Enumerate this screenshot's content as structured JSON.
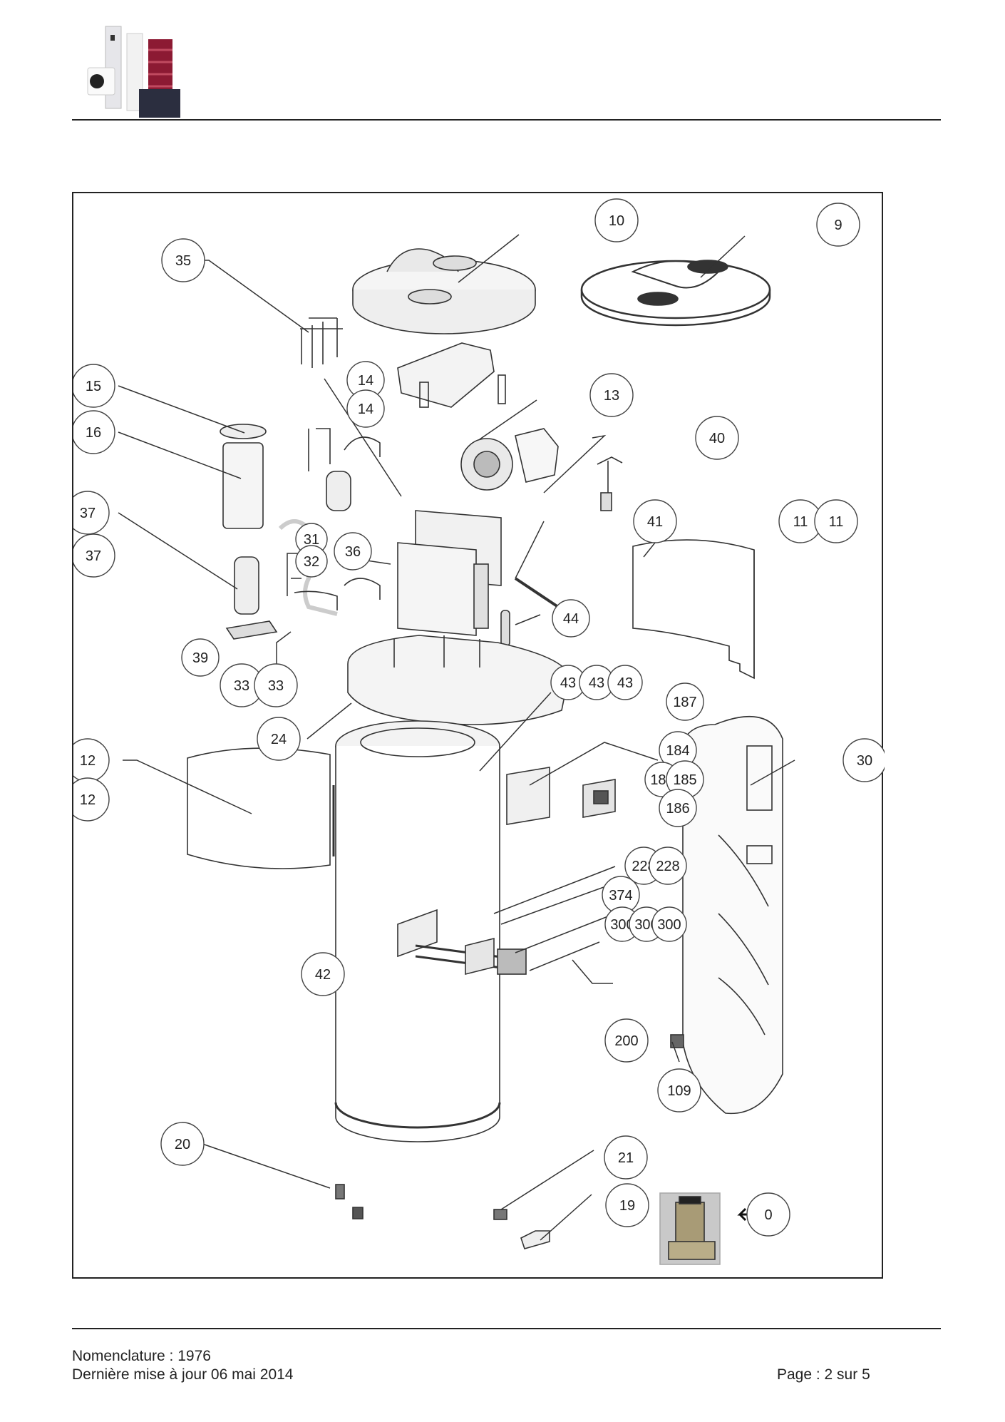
{
  "header": {
    "logo_icon": "product-range-logo"
  },
  "diagram": {
    "callouts": [
      "10",
      "9",
      "35",
      "15",
      "14",
      "14",
      "13",
      "16",
      "40",
      "37",
      "37",
      "31",
      "32",
      "36",
      "41",
      "11",
      "11",
      "44",
      "39",
      "33",
      "33",
      "43",
      "43",
      "43",
      "187",
      "24",
      "12",
      "12",
      "184",
      "185",
      "185",
      "30",
      "186",
      "228",
      "228",
      "374",
      "300",
      "300",
      "300",
      "42",
      "200",
      "109",
      "20",
      "21",
      "19",
      "0"
    ]
  },
  "footer": {
    "nomenclature": "Nomenclature : 1976",
    "updated": "Dernière mise à jour 06 mai 2014",
    "page": "Page : 2 sur 5"
  }
}
